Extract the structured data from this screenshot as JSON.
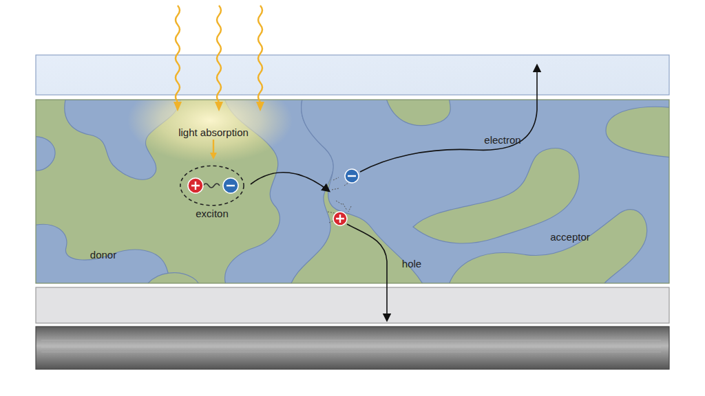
{
  "diagram": {
    "nodes": [
      {
        "text": [
          "exciton"
        ]
      }
    ],
    "labels": [
      "light absorption",
      "electron",
      "acceptor",
      "donor",
      "hole"
    ]
  }
}
